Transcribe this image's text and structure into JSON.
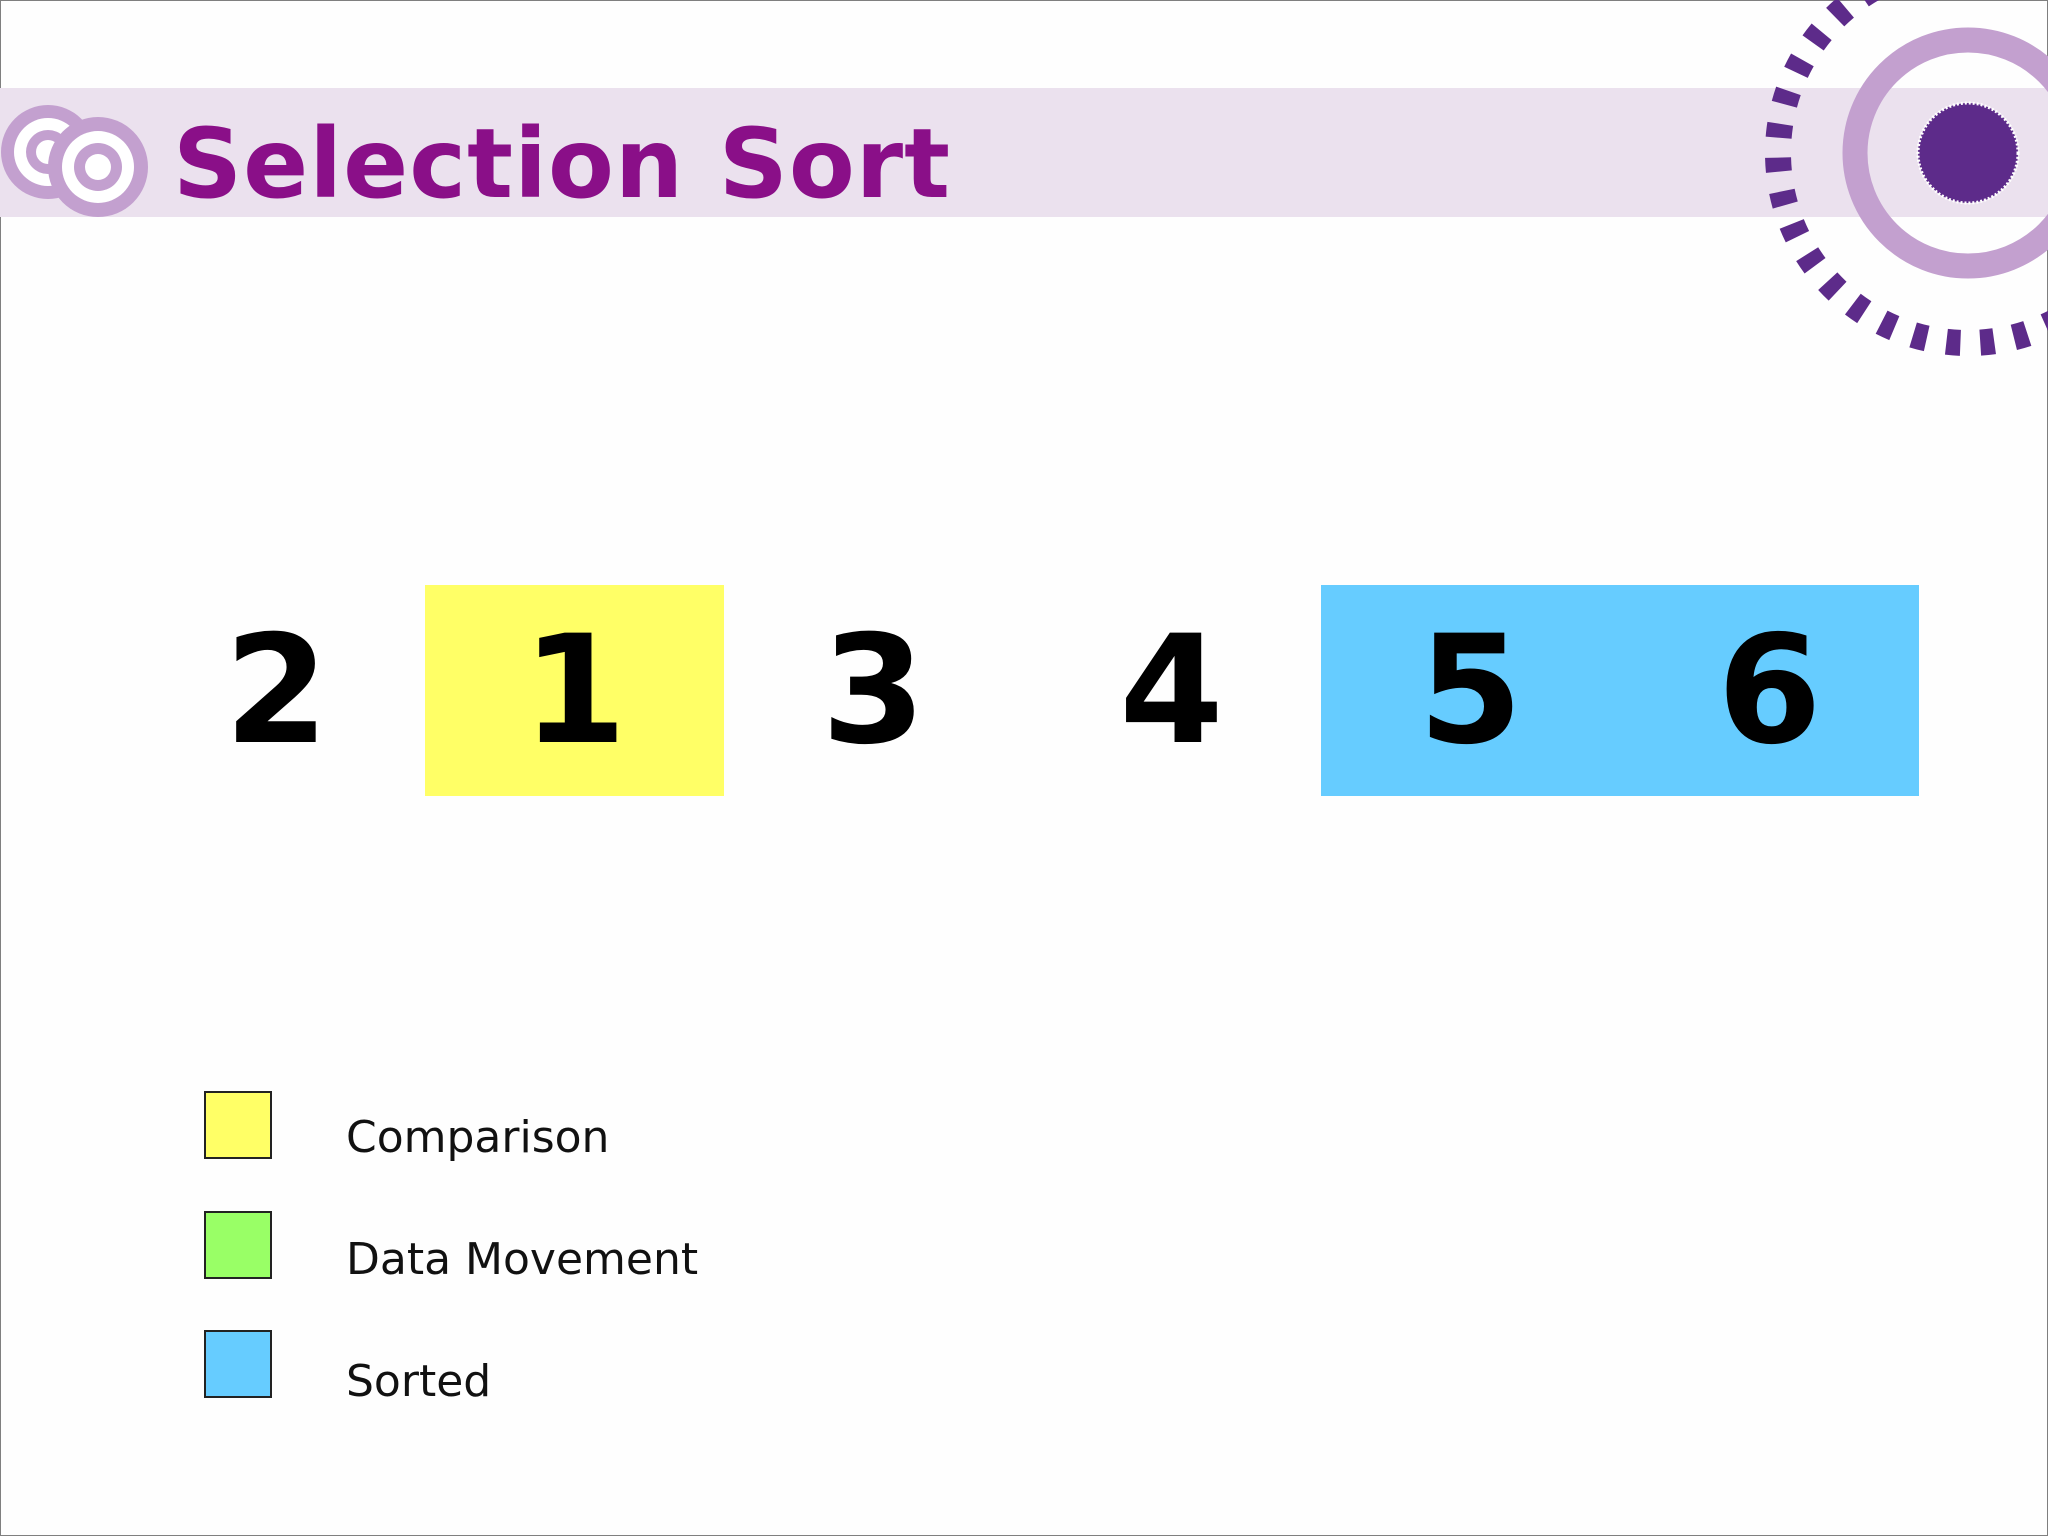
{
  "slide": {
    "title": "Selection Sort"
  },
  "colors": {
    "title": "#8a0f88",
    "band": "#ebe1ee",
    "comparison": "#ffff66",
    "data_movement": "#99ff66",
    "sorted": "#66ccff",
    "deco_dark": "#5d2b8a",
    "deco_light": "#c3a0cf"
  },
  "array": [
    {
      "value": "2",
      "state": "none"
    },
    {
      "value": "1",
      "state": "comparison"
    },
    {
      "value": "3",
      "state": "none"
    },
    {
      "value": "4",
      "state": "none"
    },
    {
      "value": "5",
      "state": "sorted"
    },
    {
      "value": "6",
      "state": "sorted"
    }
  ],
  "legend": [
    {
      "label": "Comparison",
      "color": "#ffff66"
    },
    {
      "label": "Data Movement",
      "color": "#99ff66"
    },
    {
      "label": "Sorted",
      "color": "#66ccff"
    }
  ]
}
